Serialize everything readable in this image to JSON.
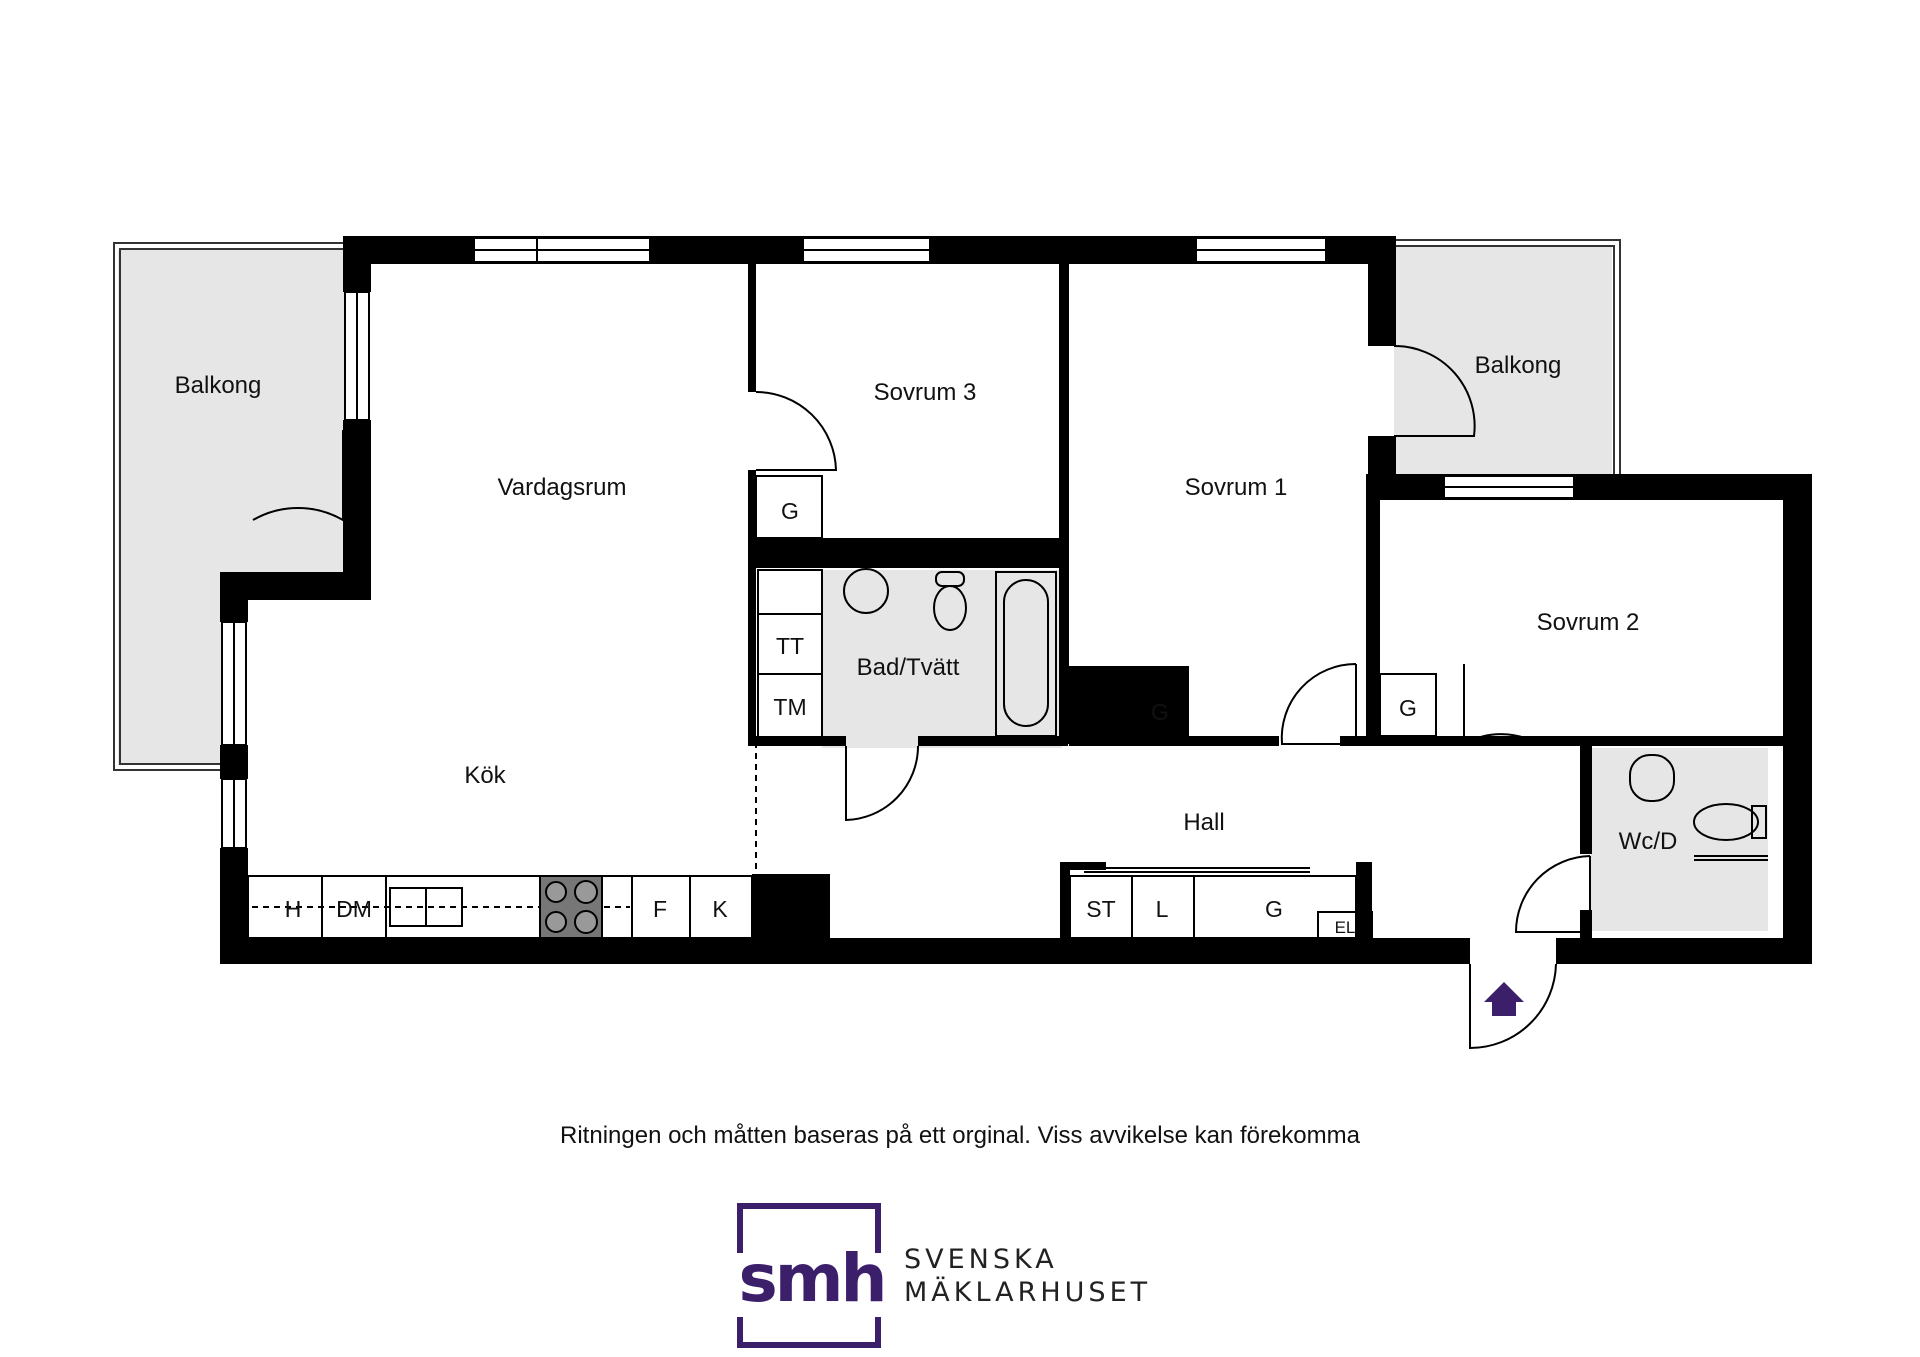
{
  "rooms": {
    "balkong_left": "Balkong",
    "vardagsrum": "Vardagsrum",
    "kok": "Kök",
    "sovrum3": "Sovrum 3",
    "bad": "Bad/Tvätt",
    "sovrum1": "Sovrum 1",
    "balkong_right": "Balkong",
    "sovrum2": "Sovrum 2",
    "hall": "Hall",
    "wc": "Wc/D"
  },
  "fixtures": {
    "g": "G",
    "tt": "TT",
    "tm": "TM",
    "h": "H",
    "dm": "DM",
    "f": "F",
    "k": "K",
    "st": "ST",
    "l": "L",
    "el": "EL"
  },
  "disclaimer": "Ritningen och måtten baseras på ett orginal. Viss avvikelse kan förekomma",
  "logo": {
    "mark": "smh",
    "line1": "SVENSKA",
    "line2": "MÄKLARHUSET"
  },
  "colors": {
    "wall": "#000000",
    "floor_shaded": "#e6e6e6",
    "entrance_arrow": "#3b1f6b",
    "brand": "#3b1f6b"
  }
}
